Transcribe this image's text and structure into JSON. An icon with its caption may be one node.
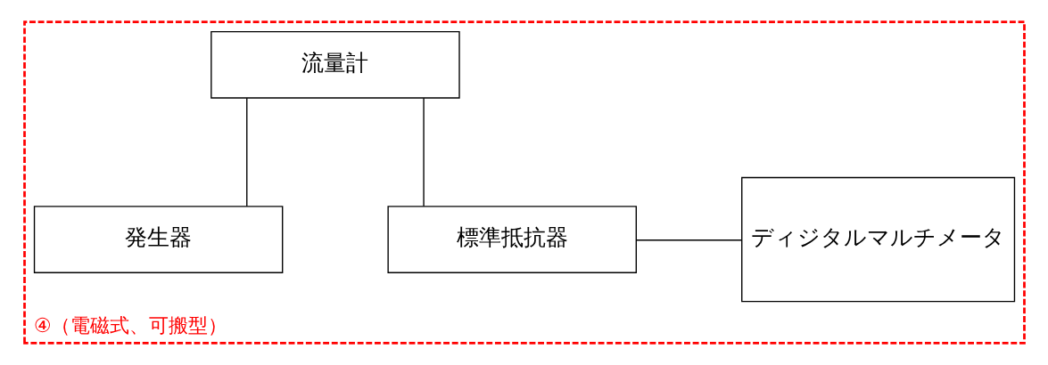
{
  "diagram": {
    "nodes": [
      {
        "text": [
          "④（電磁式、可搬型）"
        ]
      },
      {
        "text": [
          "流量計"
        ],
        "in": 0
      },
      {
        "text": [
          "発生器"
        ],
        "in": 0
      },
      {
        "text": [
          "標準抵抗器"
        ],
        "in": 0
      },
      {
        "text": [
          "ディジタルマルチメータ"
        ],
        "in": 0
      }
    ],
    "edges": [
      {
        "from": 1,
        "to": 2,
        "arrow": "none"
      },
      {
        "from": 1,
        "to": 3,
        "arrow": "none"
      },
      {
        "from": 3,
        "to": 4,
        "arrow": "none"
      }
    ]
  }
}
